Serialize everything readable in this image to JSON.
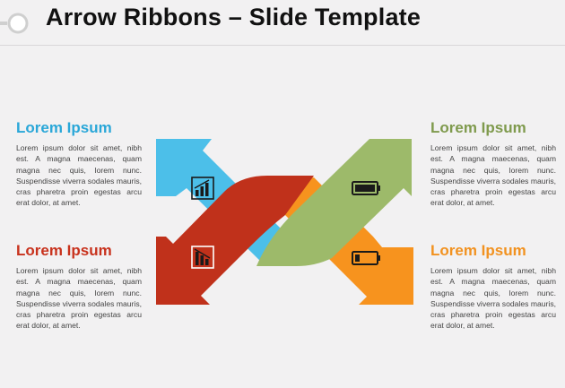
{
  "header": {
    "title": "Arrow Ribbons – Slide Template"
  },
  "colors": {
    "blue": "#4cbfe9",
    "orange": "#f7931e",
    "red": "#c0311b",
    "green": "#9dba6a",
    "icon": "#1a1a1a"
  },
  "blocks": {
    "top_left": {
      "heading": "Lorem Ipsum",
      "body": "Lorem ipsum dolor sit amet, nibh est. A magna maecenas, quam magna nec quis, lorem nunc. Suspendisse viverra sodales mauris, cras pharetra proin egestas arcu erat dolor, at amet."
    },
    "bottom_left": {
      "heading": "Lorem Ipsum",
      "body": "Lorem ipsum dolor sit amet, nibh est. A magna maecenas, quam magna nec quis, lorem nunc. Suspendisse viverra sodales mauris, cras pharetra proin egestas arcu erat dolor, at amet."
    },
    "top_right": {
      "heading": "Lorem Ipsum",
      "body": "Lorem ipsum dolor sit amet, nibh est. A magna maecenas, quam magna nec quis, lorem nunc. Suspendisse viverra sodales mauris, cras pharetra proin egestas arcu erat dolor, at amet."
    },
    "bottom_right": {
      "heading": "Lorem Ipsum",
      "body": "Lorem ipsum dolor sit amet, nibh est. A magna maecenas, quam magna nec quis, lorem nunc. Suspendisse viverra sodales mauris, cras pharetra proin egestas arcu erat dolor, at amet."
    }
  },
  "icons": {
    "blue_arrow": "bar-chart-icon",
    "red_arrow": "declining-bar-chart-icon",
    "green_arrow": "battery-full-icon",
    "orange_arrow": "battery-low-icon"
  }
}
